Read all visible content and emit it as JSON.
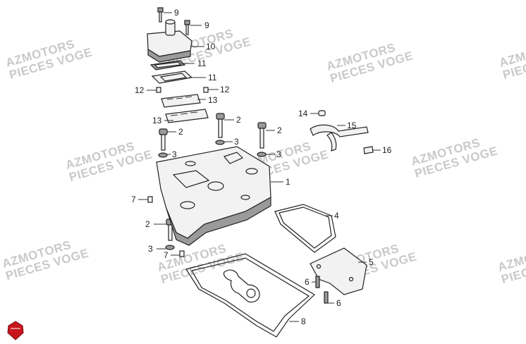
{
  "watermark": {
    "line1": "AZMOTORS",
    "line2": "PIECES VOGE"
  },
  "callouts": [
    "9",
    "9",
    "10",
    "11",
    "11",
    "12",
    "12",
    "13",
    "13",
    "2",
    "2",
    "2",
    "3",
    "3",
    "3",
    "1",
    "14",
    "15",
    "16",
    "7",
    "2",
    "3",
    "7",
    "4",
    "5",
    "6",
    "6",
    "8"
  ],
  "colors": {
    "line": "#222222",
    "watermark": "#c9c9c9",
    "logo_red": "#c8161d"
  },
  "logo_icon": "shield-logo-icon"
}
